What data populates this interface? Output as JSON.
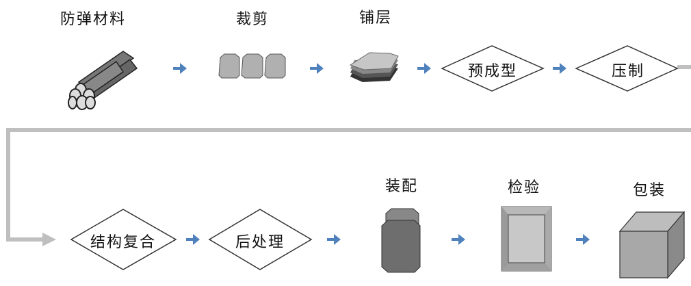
{
  "steps_row1": [
    {
      "id": "material",
      "label": "防弹材料",
      "kind": "icon",
      "icon": "tube-bundle-icon"
    },
    {
      "id": "cut",
      "label": "裁剪",
      "kind": "icon",
      "icon": "cut-pieces-icon"
    },
    {
      "id": "layup",
      "label": "铺层",
      "kind": "icon",
      "icon": "layer-stack-icon"
    },
    {
      "id": "preform",
      "label": "预成型",
      "kind": "diamond"
    },
    {
      "id": "press",
      "label": "压制",
      "kind": "diamond"
    }
  ],
  "steps_row2": [
    {
      "id": "composite",
      "label": "结构复合",
      "kind": "diamond"
    },
    {
      "id": "post",
      "label": "后处理",
      "kind": "diamond"
    },
    {
      "id": "assembly",
      "label": "装配",
      "kind": "icon",
      "icon": "plate-icon"
    },
    {
      "id": "inspect",
      "label": "检验",
      "kind": "icon",
      "icon": "frame-icon"
    },
    {
      "id": "pack",
      "label": "包装",
      "kind": "icon",
      "icon": "box-icon"
    }
  ],
  "colors": {
    "arrow": "#4f81bd",
    "connector": "#bfbfbf",
    "icon_dark": "#6e6e6e",
    "icon_mid": "#9a9a9a",
    "icon_light": "#c8c8c8"
  }
}
